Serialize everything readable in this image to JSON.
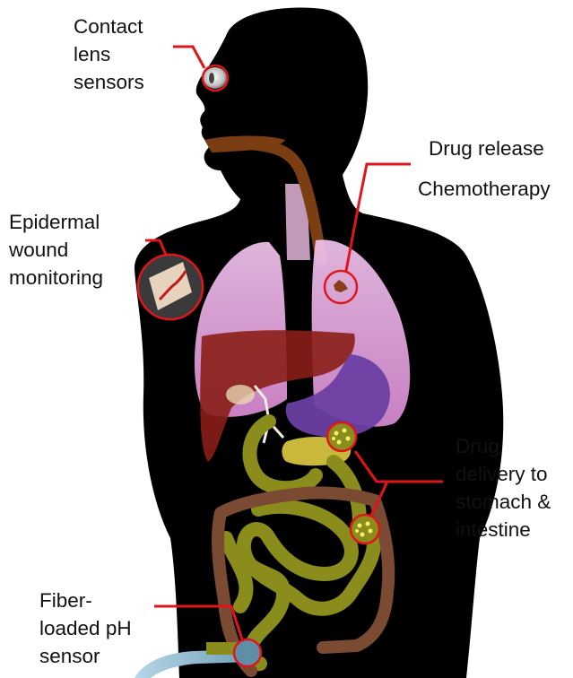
{
  "labels": {
    "contact_lens": [
      "Contact",
      "lens",
      "sensors"
    ],
    "drug_release": [
      "Drug release",
      "Chemotherapy"
    ],
    "epidermal": [
      "Epidermal",
      "wound",
      "monitoring"
    ],
    "drug_delivery": [
      "Drug",
      "delivery to",
      "stomach &",
      "intestine"
    ],
    "fiber_ph": [
      "Fiber-",
      "loaded pH",
      "sensor"
    ]
  },
  "colors": {
    "silhouette": "#000000",
    "callout": "#e0151b",
    "lungs": "#e9a6e3",
    "liver": "#8a1e17",
    "stomach": "#6b3fa3",
    "small_intestine": "#8a8c1c",
    "large_intestine": "#7a4a32",
    "esophagus": "#7b3d12",
    "pancreas": "#c9b83c",
    "fiber": "#9fc7d9"
  }
}
